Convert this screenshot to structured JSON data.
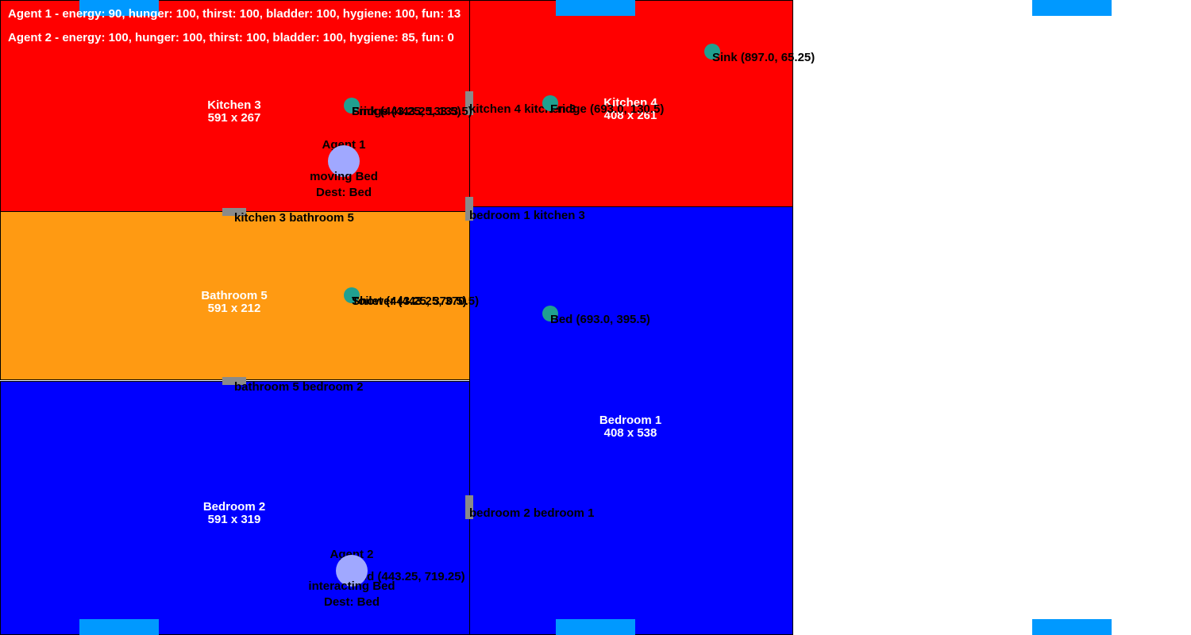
{
  "colors": {
    "kitchen": "#ff0000",
    "bathroom": "#ff9a12",
    "bedroom": "#0000ff",
    "window": "#0099ff",
    "door": "#8a8a8a",
    "object": "#20a090",
    "agent": "#a0a8ff"
  },
  "status": {
    "agent1": "Agent 1 - energy: 90, hunger: 100, thirst: 100, bladder: 100, hygiene: 100, fun: 13",
    "agent2": "Agent 2 - energy: 100, hunger: 100, thirst: 100, bladder: 100, hygiene: 85, fun: 0"
  },
  "rooms": {
    "kitchen3": {
      "name": "Kitchen 3",
      "size": "591 x 267"
    },
    "kitchen4": {
      "name": "Kitchen 4",
      "size": "408 x 261"
    },
    "bathroom5": {
      "name": "Bathroom 5",
      "size": "591 x 212"
    },
    "bedroom1": {
      "name": "Bedroom 1",
      "size": "408 x 538"
    },
    "bedroom2": {
      "name": "Bedroom 2",
      "size": "591 x 319"
    }
  },
  "doors": {
    "kitchen3_kitchen4": "kitchen 4 kitchen 3",
    "kitchen3_bathroom5": "kitchen 3 bathroom 5",
    "bedroom1_kitchen3": "bedroom 1 kitchen 3",
    "bathroom5_bedroom2": "bathroom 5 bedroom 2",
    "bedroom2_bedroom1": "bedroom 2 bedroom 1"
  },
  "objects": {
    "sink_k4": "Sink (897.0, 65.25)",
    "fridge_k4": "Fridge (693.0, 130.5)",
    "sink_k3": "Sink (443.25, 133.5)",
    "fridge_k3": "Fridge (443.25, 133.5)",
    "shower_b5": "Shower (443.25, 370.5)",
    "toilet_b5": "Toilet (443.25, 370.5)",
    "bed_b1": "Bed (693.0, 395.5)",
    "bed_b2": "Bed (443.25, 719.25)"
  },
  "agents": {
    "agent1": {
      "name": "Agent 1",
      "action": "moving Bed",
      "dest": "Dest: Bed"
    },
    "agent2": {
      "name": "Agent 2",
      "action": "interacting Bed",
      "dest": "Dest: Bed"
    }
  }
}
